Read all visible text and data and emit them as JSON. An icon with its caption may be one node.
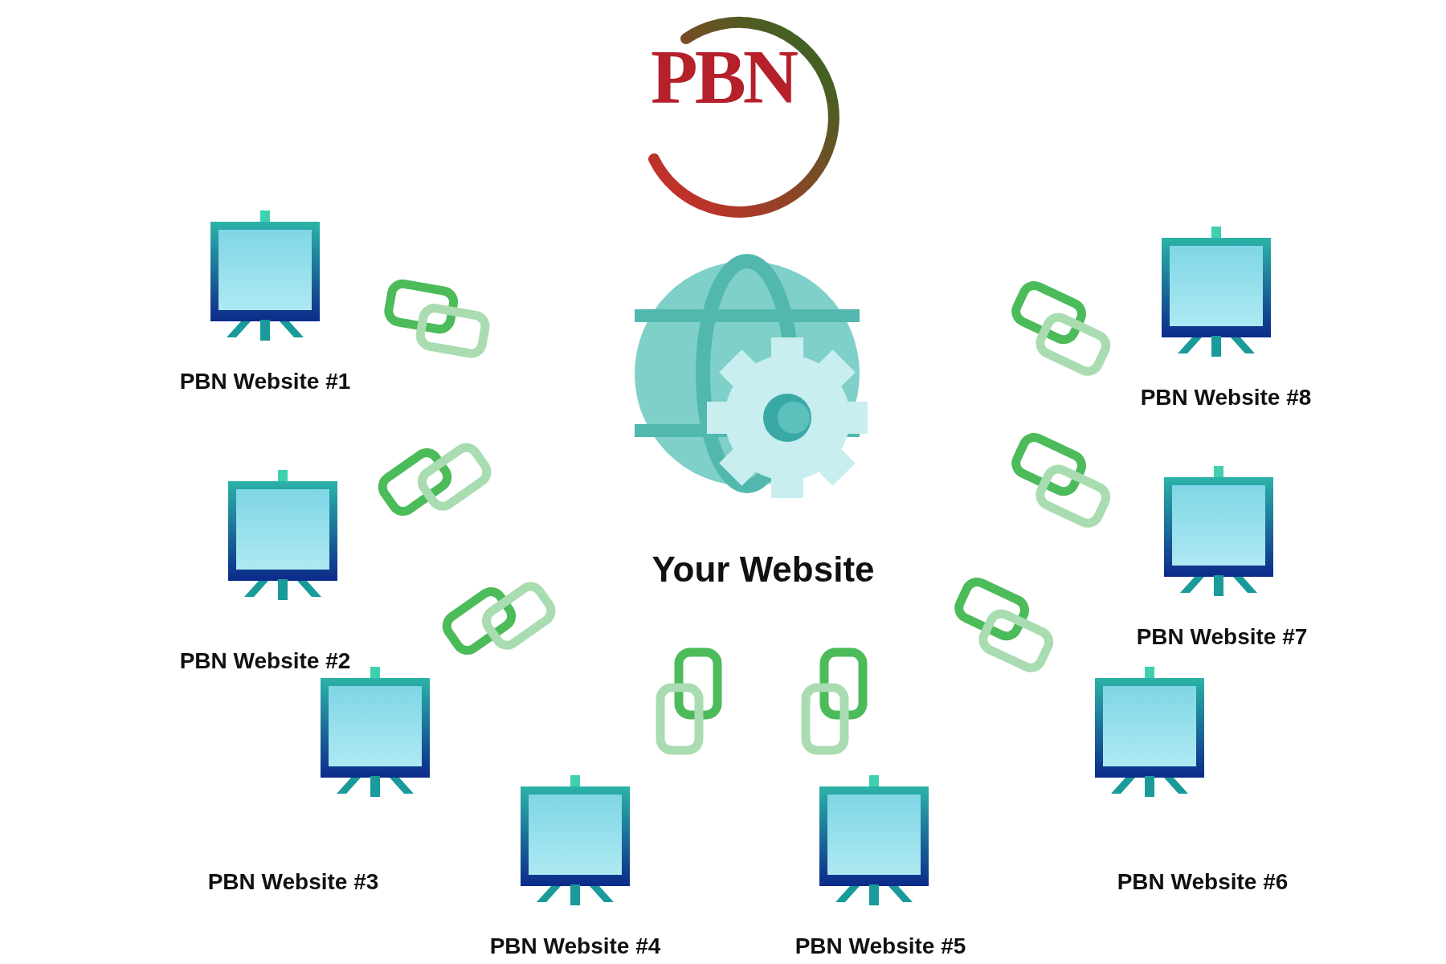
{
  "diagram": {
    "title": "PBN",
    "nodes": [
      {
        "text": [
          "Your Website"
        ]
      },
      {
        "text": [
          "PBN Website #1"
        ]
      },
      {
        "text": [
          "PBN Website #2"
        ]
      },
      {
        "text": [
          "PBN Website #3"
        ]
      },
      {
        "text": [
          "PBN Website #4"
        ]
      },
      {
        "text": [
          "PBN Website #5"
        ]
      },
      {
        "text": [
          "PBN Website #6"
        ]
      },
      {
        "text": [
          "PBN Website #7"
        ]
      },
      {
        "text": [
          "PBN Website #8"
        ]
      }
    ]
  }
}
